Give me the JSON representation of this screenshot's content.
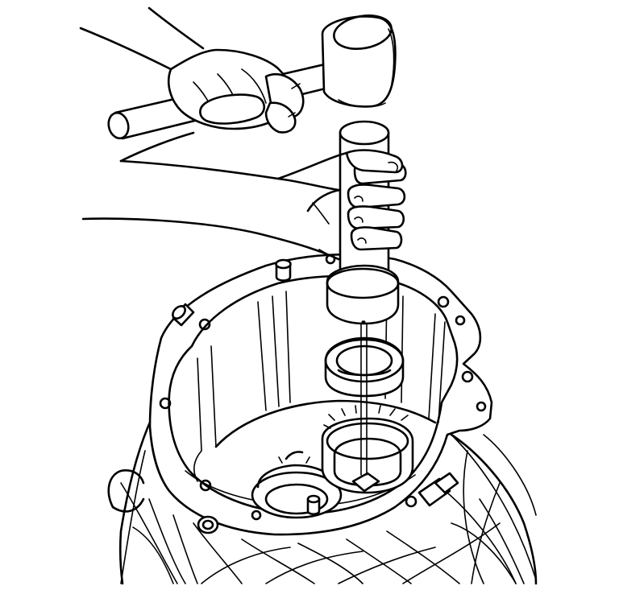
{
  "figure": {
    "line_color": "#000000",
    "background_color": "#ffffff",
    "components": [
      "hammer",
      "hand-holding-hammer",
      "seal-installer-tool",
      "hand-holding-tool",
      "bearing-seal",
      "transmission-case"
    ]
  }
}
